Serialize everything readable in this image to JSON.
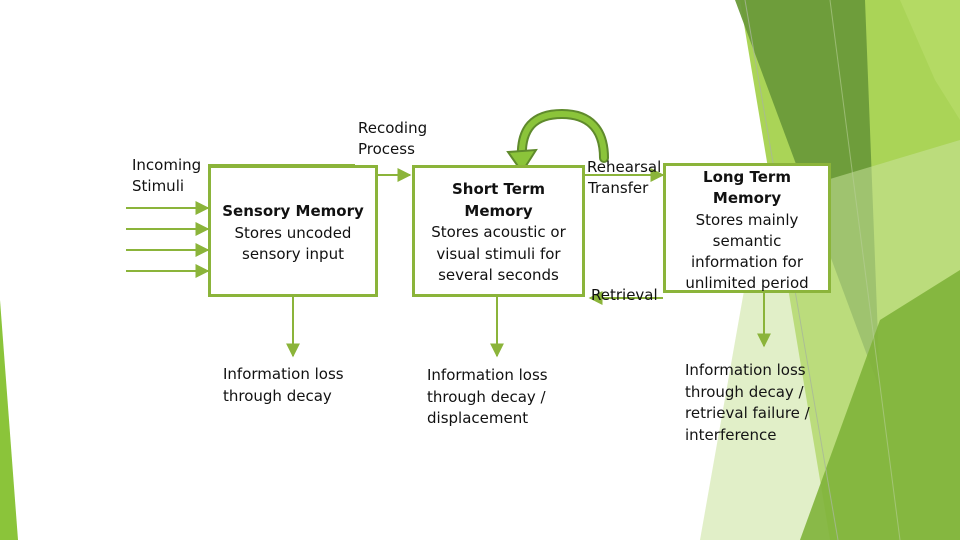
{
  "colors": {
    "box_border": "#8bb43a",
    "arrow": "#8bb43a",
    "accent_light": "#9bcc3a",
    "accent_dark": "#5f8a2c"
  },
  "labels": {
    "incoming": [
      "Incoming",
      "Stimuli"
    ],
    "recoding": [
      "Recoding",
      "Process"
    ],
    "rehearsal": "Rehearsal",
    "transfer": "Transfer",
    "retrieval": "Retrieval"
  },
  "sensory": {
    "title": "Sensory Memory",
    "body": [
      "Stores uncoded",
      "sensory input"
    ]
  },
  "short_term": {
    "title": [
      "Short Term",
      "Memory"
    ],
    "body": [
      "Stores acoustic or",
      "visual stimuli for",
      "several seconds"
    ]
  },
  "long_term": {
    "title": [
      "Long Term",
      "Memory"
    ],
    "body": [
      "Stores mainly",
      "semantic",
      "information for",
      "unlimited period"
    ]
  },
  "loss": {
    "sensory": [
      "Information loss",
      "through decay"
    ],
    "short_term": [
      "Information loss",
      "through decay /",
      "displacement"
    ],
    "long_term": [
      "Information loss",
      "through decay /",
      "retrieval failure /",
      "interference"
    ]
  }
}
